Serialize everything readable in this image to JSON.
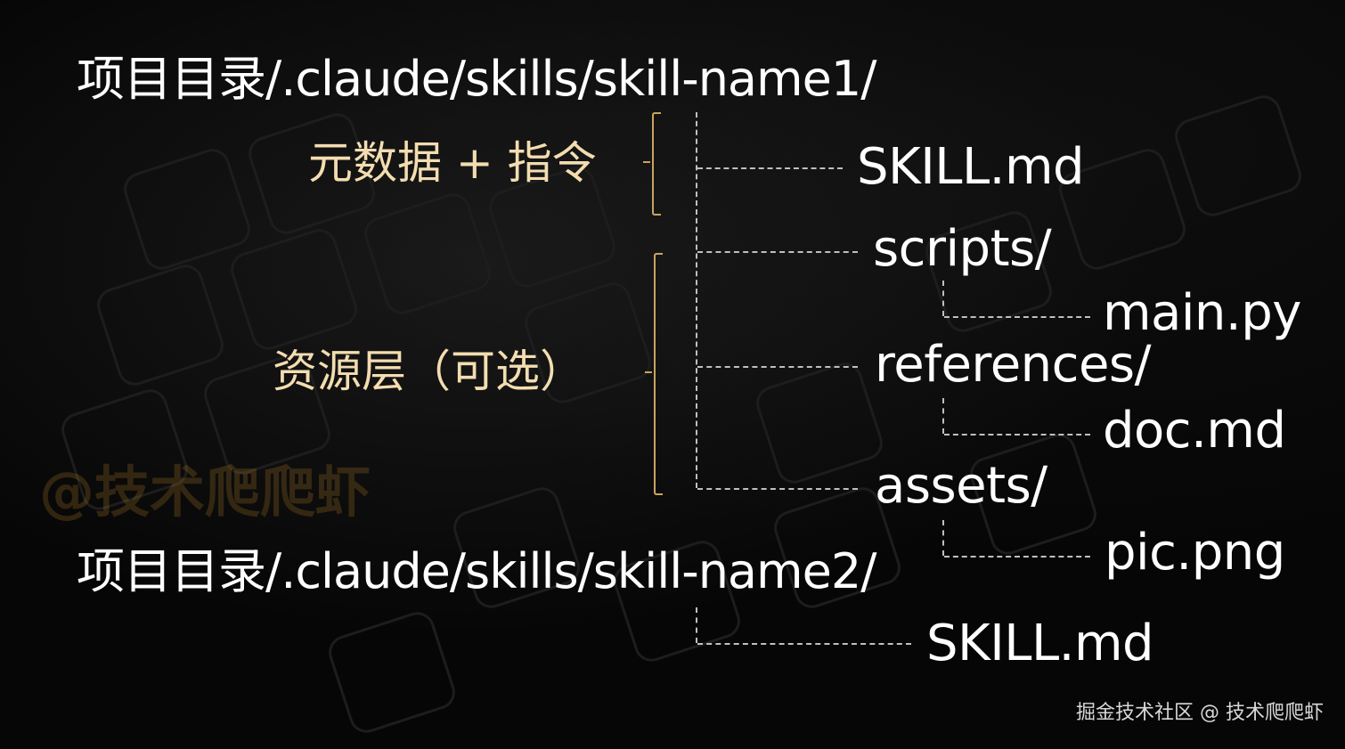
{
  "tree": {
    "root1_path": "项目目录/.claude/skills/skill-name1/",
    "root2_path": "项目目录/.claude/skills/skill-name2/",
    "files": {
      "skill_md_1": "SKILL.md",
      "scripts_dir": "scripts/",
      "main_py": "main.py",
      "references_dir": "references/",
      "doc_md": "doc.md",
      "assets_dir": "assets/",
      "pic_png": "pic.png",
      "skill_md_2": "SKILL.md"
    }
  },
  "categories": {
    "metadata": "元数据 + 指令",
    "resources": "资源层（可选）"
  },
  "watermark": "@技术爬爬虾",
  "footer": "掘金技术社区 @ 技术爬爬虾",
  "colors": {
    "background": "#060606",
    "text": "#ffffff",
    "category_text": "#f3ddb0",
    "brace": "#c9a45f",
    "connector": "#bfbfbf"
  }
}
